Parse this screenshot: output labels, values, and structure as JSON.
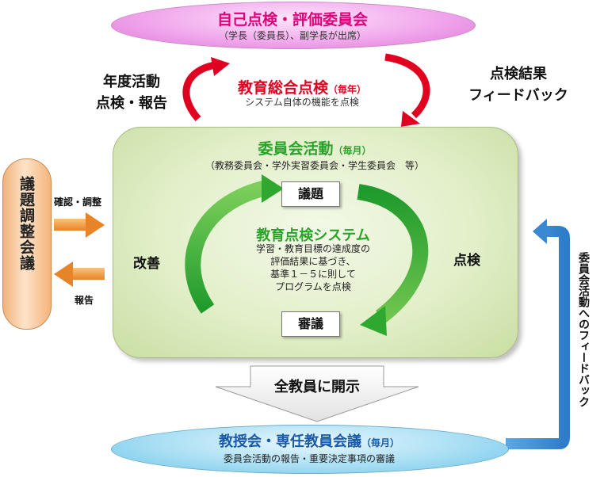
{
  "committee": {
    "title": "自己点検・評価委員会",
    "sub": "（学長（委員長）、副学長が出席）"
  },
  "left_label": {
    "line1": "年度活動",
    "line2": "点検・報告"
  },
  "right_label": {
    "line1": "点検結果",
    "line2": "フィードバック"
  },
  "overall": {
    "title": "教育総合点検",
    "freq": "（毎年）",
    "sub": "システム自体の機能を点検"
  },
  "panel": {
    "title": "委員会活動",
    "freq": "（毎月）",
    "sub": "（教務委員会・学外実習委員会・学生委員会　等）"
  },
  "cycle": {
    "agenda": "議題",
    "review": "審議",
    "improve": "改善",
    "inspect": "点検",
    "system_title": "教育点検システム",
    "desc1": "学習・教育目標の達成度の",
    "desc2": "評価結果に基づき、",
    "desc3": "基準１－５に則して",
    "desc4": "プログラムを点検"
  },
  "coordination": {
    "title": "議題調整会議",
    "confirm": "確認・調整",
    "report": "報告"
  },
  "feedback_vertical": "委員会活動へのフィードバック",
  "disclose": "全教員に開示",
  "faculty_meeting": {
    "title": "教授会・専任教員会議",
    "freq": "（毎月）",
    "sub": "委員会活動の報告・重要決定事項の審議"
  },
  "colors": {
    "pink": "#f1a8ec",
    "green_panel": "#e2efc9",
    "green_arrow": "#2ea82e",
    "red_arrow": "#e00020",
    "orange": "#f0a050",
    "blue": "#4a90d0"
  }
}
